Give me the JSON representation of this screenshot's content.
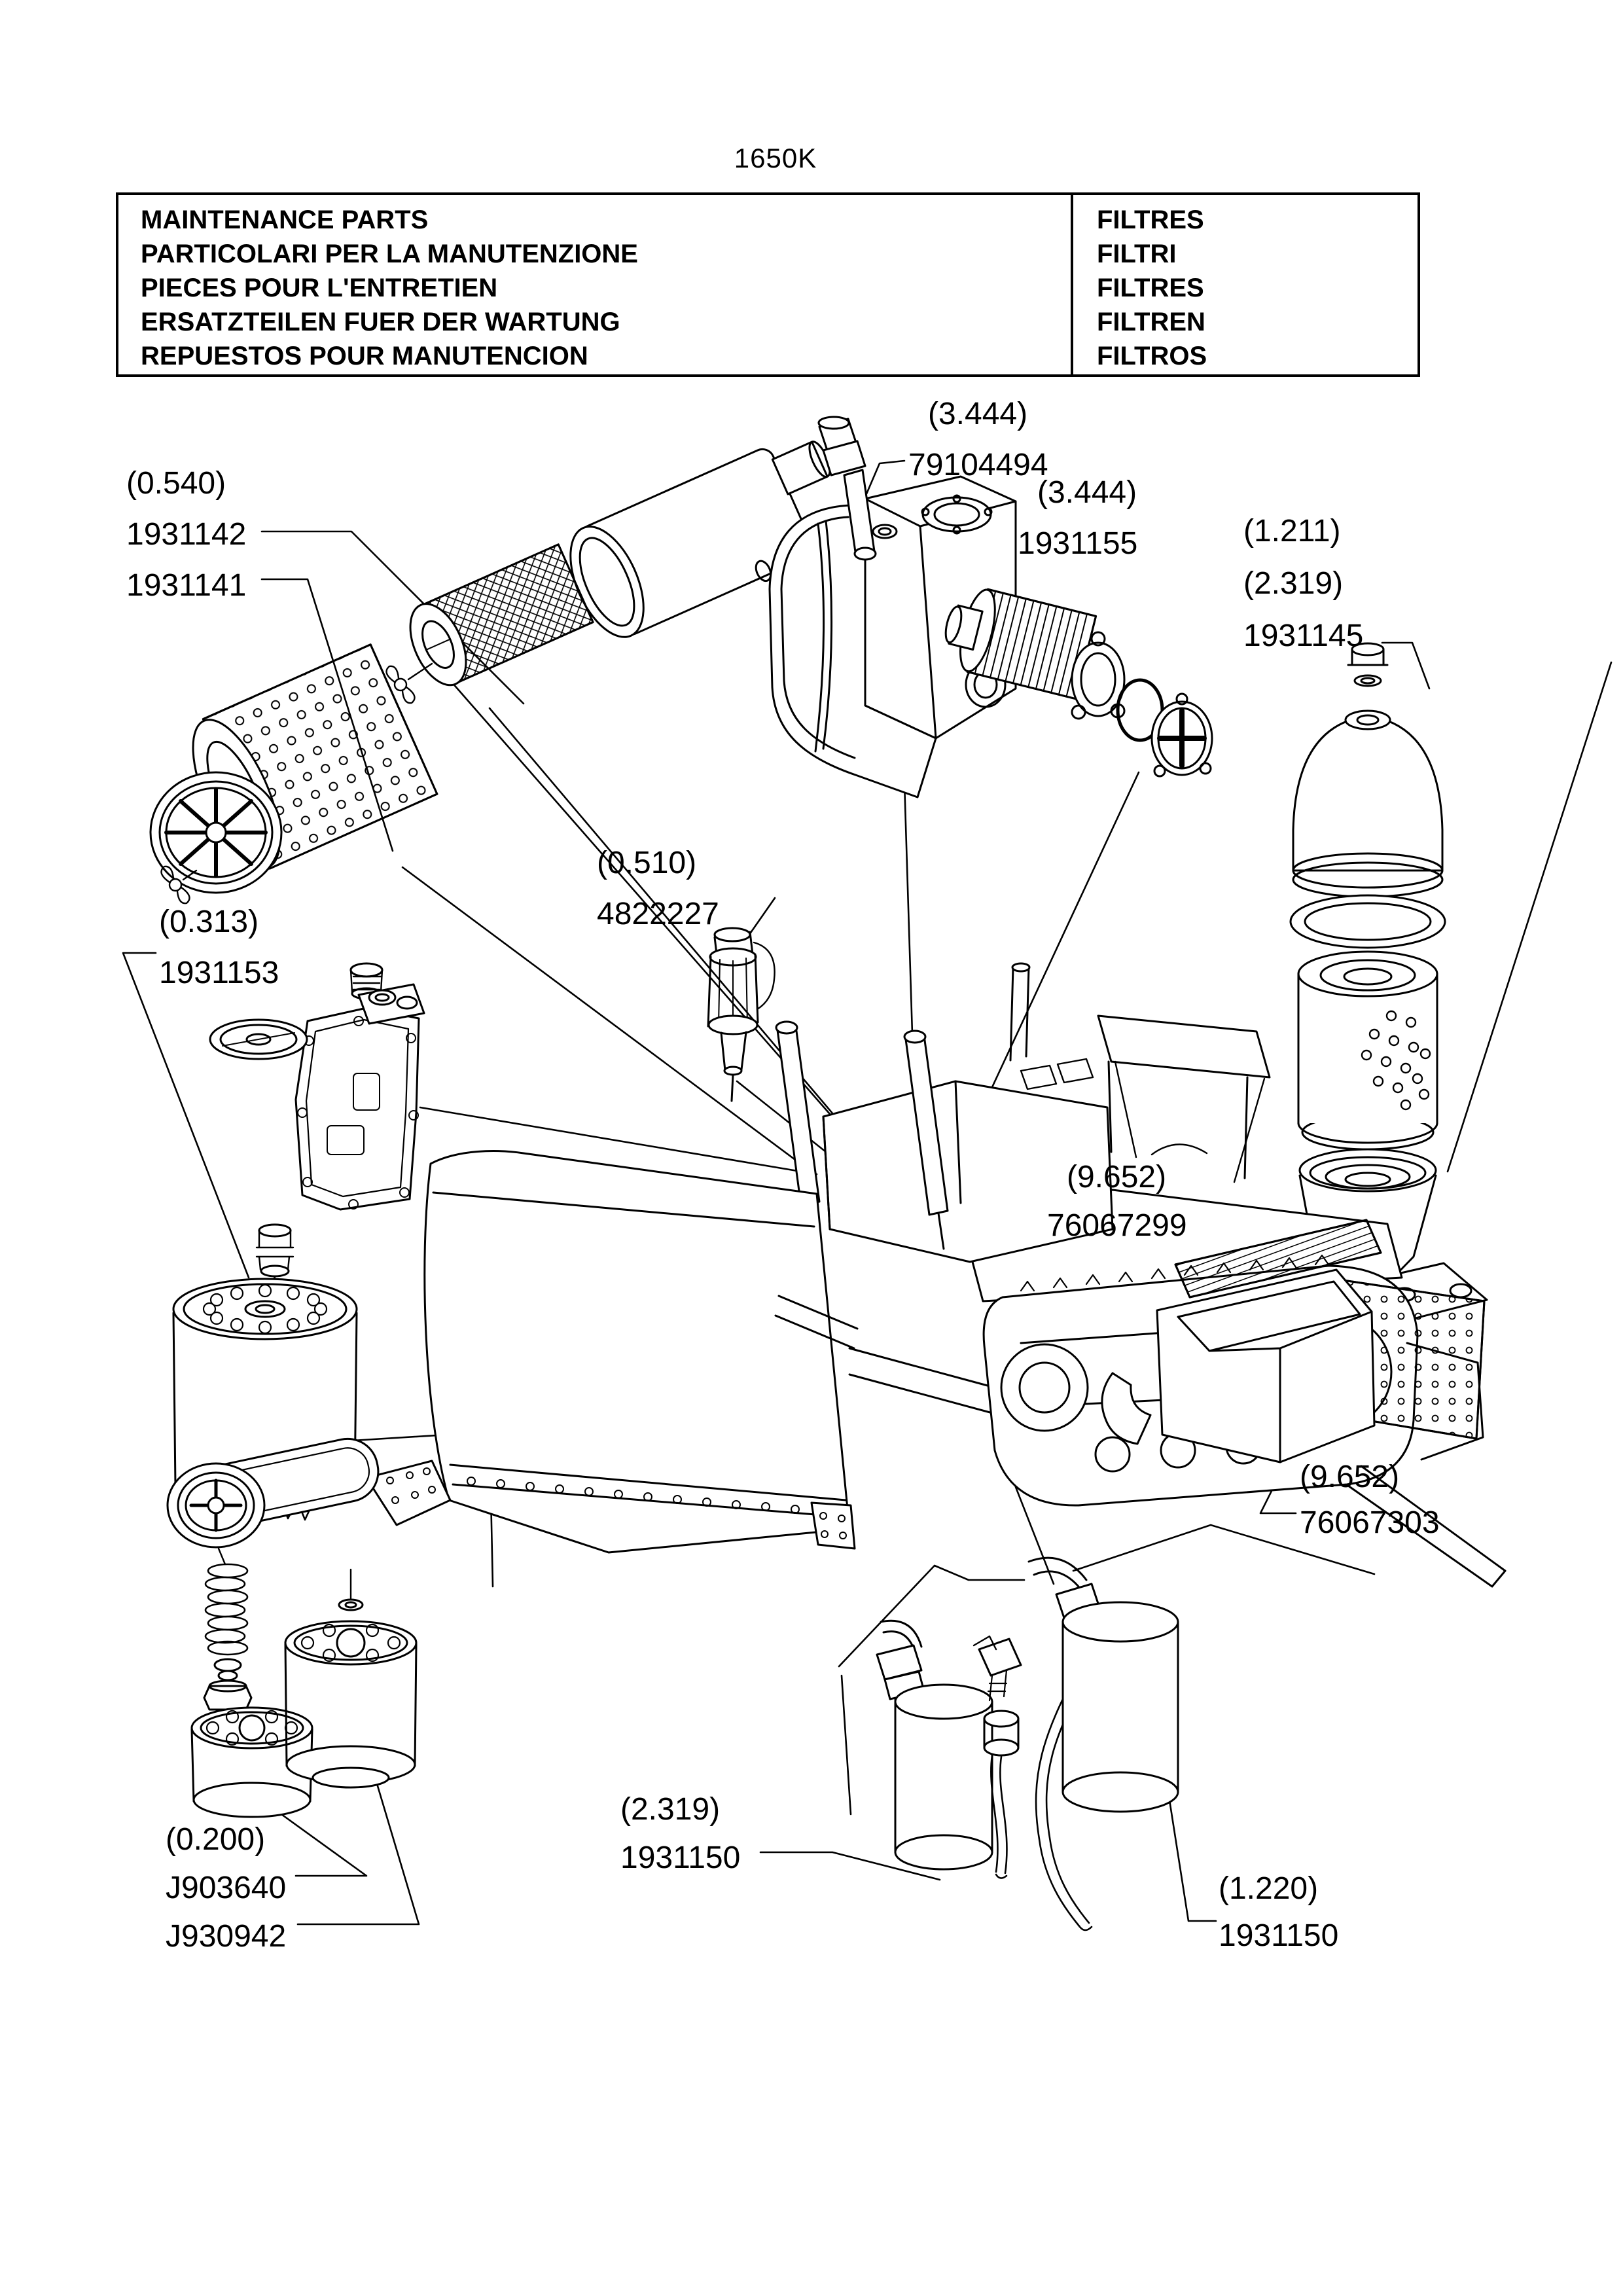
{
  "page": {
    "title": "1650K",
    "background": "#ffffff",
    "ink": "#000000"
  },
  "header_table": {
    "left_lines": [
      "MAINTENANCE PARTS",
      "PARTICOLARI PER LA MANUTENZIONE",
      "PIECES POUR L'ENTRETIEN",
      "ERSATZTEILEN FUER DER WARTUNG",
      "REPUESTOS POUR MANUTENCION"
    ],
    "right_lines": [
      "FILTRES",
      "FILTRI",
      "FILTRES",
      "FILTREN",
      "FILTROS"
    ]
  },
  "callouts": {
    "air_filter": {
      "ref": "(0.540)",
      "part_upper": "1931142",
      "part_lower": "1931141"
    },
    "hydraulic_sender": {
      "ref": "(3.444)",
      "part": "79104494"
    },
    "hydraulic_filter": {
      "ref": "(3.444)",
      "part": "1931155"
    },
    "engine_oil_filter_stack": {
      "ref_a": "(1.211)",
      "ref_b": "(2.319)",
      "part": "1931145"
    },
    "fuel_filter": {
      "ref": "(0.510)",
      "part": "4822227"
    },
    "oil_cooler_filter": {
      "ref": "(0.313)",
      "part": "1931153"
    },
    "cab_air_filter_upper": {
      "ref": "(9.652)",
      "part": "76067299"
    },
    "cab_air_filter_lower": {
      "ref": "(9.652)",
      "part": "76067303"
    },
    "spin_on_filters": {
      "ref": "(0.200)",
      "part_upper": "J903640",
      "part_lower": "J930942"
    },
    "ac_drier_left": {
      "ref": "(2.319)",
      "part": "1931150"
    },
    "ac_drier_right": {
      "ref": "(1.220)",
      "part": "1931150"
    }
  }
}
